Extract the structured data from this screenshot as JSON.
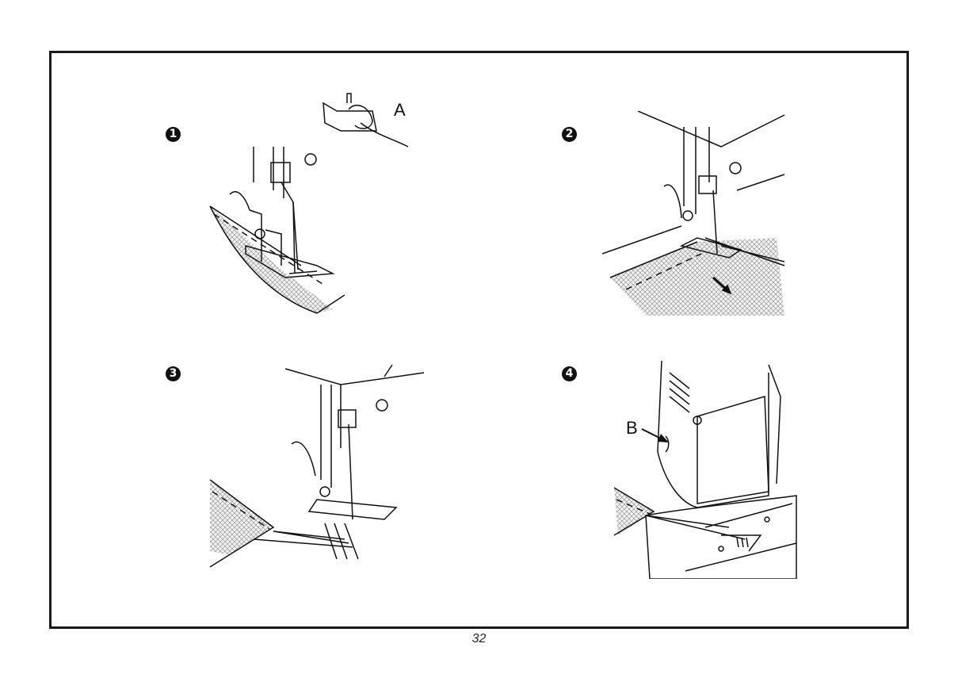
{
  "steps": [
    {
      "number": "1",
      "callout": "A"
    },
    {
      "number": "2",
      "callout": ""
    },
    {
      "number": "3",
      "callout": ""
    },
    {
      "number": "4",
      "callout": "B"
    }
  ],
  "footer": {
    "page_number": "32"
  },
  "colors": {
    "line": "#111111",
    "fabric": "#cfcfcf",
    "background": "#ffffff"
  }
}
